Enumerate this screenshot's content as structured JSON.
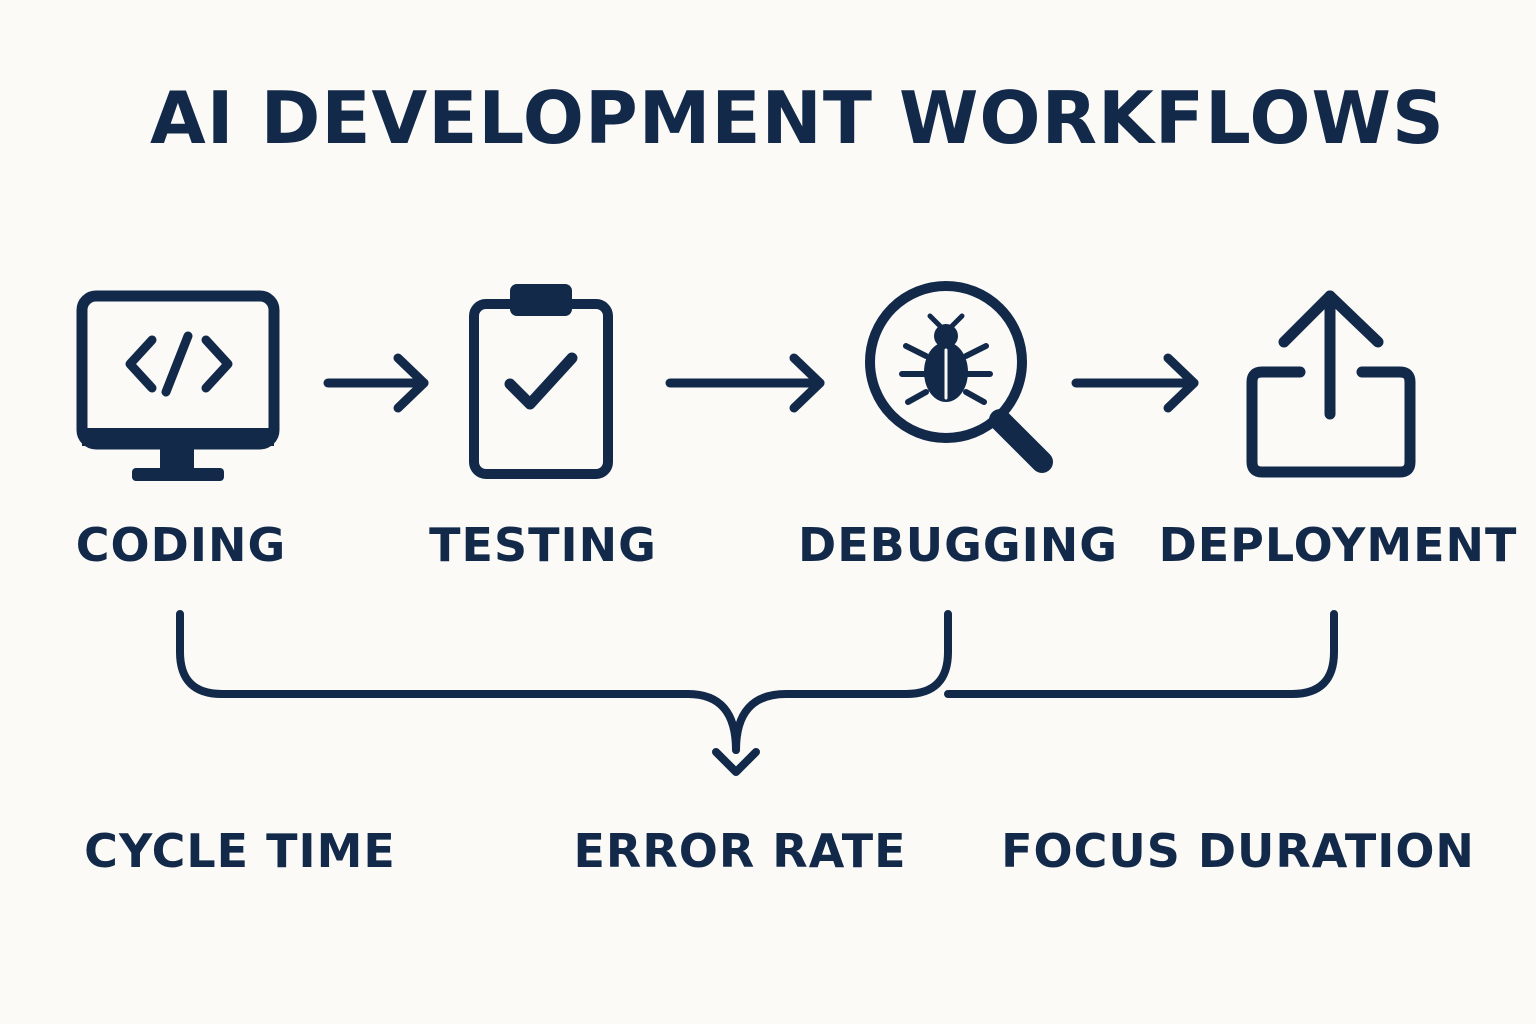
{
  "title": "AI DEVELOPMENT WORKFLOWS",
  "colors": {
    "ink": "#12294a",
    "background": "#fbfaf7"
  },
  "stages": [
    {
      "label": "CODING",
      "icon": "monitor-code-icon"
    },
    {
      "label": "TESTING",
      "icon": "clipboard-check-icon"
    },
    {
      "label": "DEBUGGING",
      "icon": "bug-magnifier-icon"
    },
    {
      "label": "DEPLOYMENT",
      "icon": "upload-box-icon"
    }
  ],
  "metrics": [
    {
      "label": "CYCLE TIME"
    },
    {
      "label": "ERROR RATE"
    },
    {
      "label": "FOCUS DURATION"
    }
  ]
}
